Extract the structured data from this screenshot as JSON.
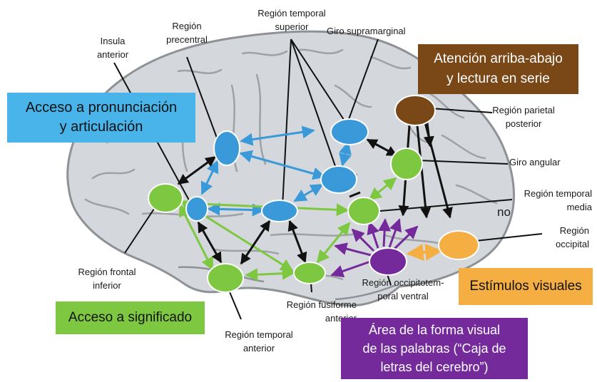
{
  "labels": {
    "insula": "Insula\nanterior",
    "precentral": "Región\nprecentral",
    "temporal_superior": "Región temporal\nsuperior",
    "supramarginal": "Giro supramarginal",
    "parietal_posterior": "Región parietal\nposterior",
    "giro_angular": "Giro angular",
    "temporal_media": "Región temporal\nmedia",
    "no_fragment": "no",
    "occipital": "Región\noccipital",
    "frontal_inferior": "Región frontal\ninferior",
    "occipitotemporal": "Región occipitotem-\nporal ventral",
    "fusiforme": "Región fusiforme\nanterior",
    "temporal_anterior": "Región temporal\nanterior"
  },
  "boxes": {
    "acceso_pronunciacion": "Acceso a pronunciación\ny articulación",
    "atencion": "Atención arriba-abajo\ny lectura en serie",
    "acceso_significado": "Acceso a significado",
    "estimulos_visuales": "Estímulos visuales",
    "area_forma_visual": "Área de la forma visual\nde las palabras (“Caja de\nletras del cerebro”)"
  },
  "colors": {
    "pronunciation_blue": "#3a9ad9",
    "meaning_green": "#7ec841",
    "attention_brown": "#7a4717",
    "visual_orange": "#f4ae42",
    "vwfa_purple": "#752a9c",
    "connection_black": "#111111",
    "brain_gray": "#d4d7db"
  }
}
